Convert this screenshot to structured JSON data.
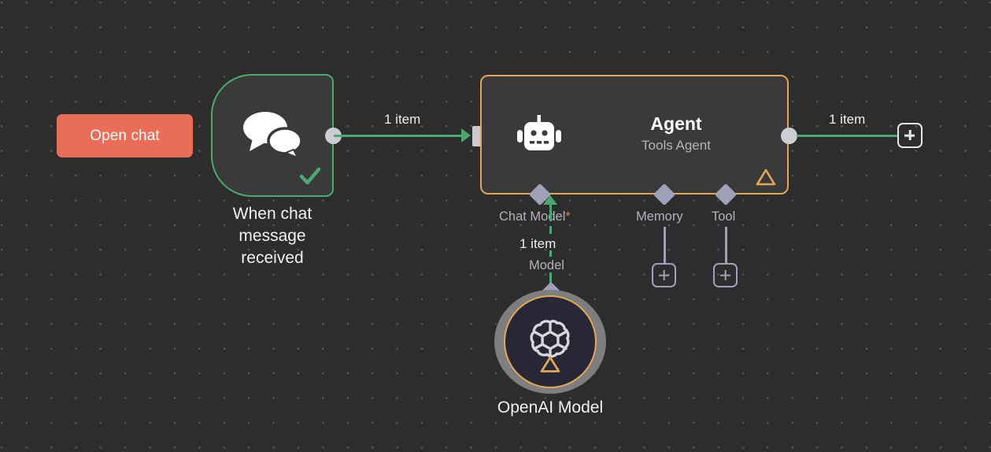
{
  "canvas": {
    "background_color": "#2d2d2d",
    "dot_color": "#5a5a5a"
  },
  "open_chat": {
    "label": "Open chat",
    "color": "#ea6d58"
  },
  "nodes": {
    "trigger": {
      "name": "When chat message received",
      "icon": "chat-bubbles-icon",
      "status_icon": "check-icon",
      "border_color": "#4aa971",
      "fill_color": "#3a3a3a"
    },
    "agent": {
      "title": "Agent",
      "subtitle": "Tools Agent",
      "icon": "robot-icon",
      "status_icon": "warning-triangle-icon",
      "border_color": "#e0a758",
      "fill_color": "#3a3a3a"
    },
    "openai": {
      "name": "OpenAI Model",
      "icon": "openai-logo-icon",
      "status_icon": "warning-triangle-icon",
      "border_color": "#e0a758",
      "fill_color": "#272736",
      "ring_color": "#7e7e7e"
    }
  },
  "connections": {
    "trigger_to_agent_label": "1 item",
    "agent_to_next_label": "1 item",
    "model_to_agent_label": "1 item",
    "line_color": "#4aa971"
  },
  "sub_ports": {
    "chat_model": {
      "label": "Chat Model",
      "required_marker": "*",
      "sub_label": "Model"
    },
    "memory": {
      "label": "Memory",
      "add_icon": "plus-icon"
    },
    "tool": {
      "label": "Tool",
      "add_icon": "plus-icon"
    }
  },
  "add_node_button": {
    "icon": "plus-icon"
  }
}
